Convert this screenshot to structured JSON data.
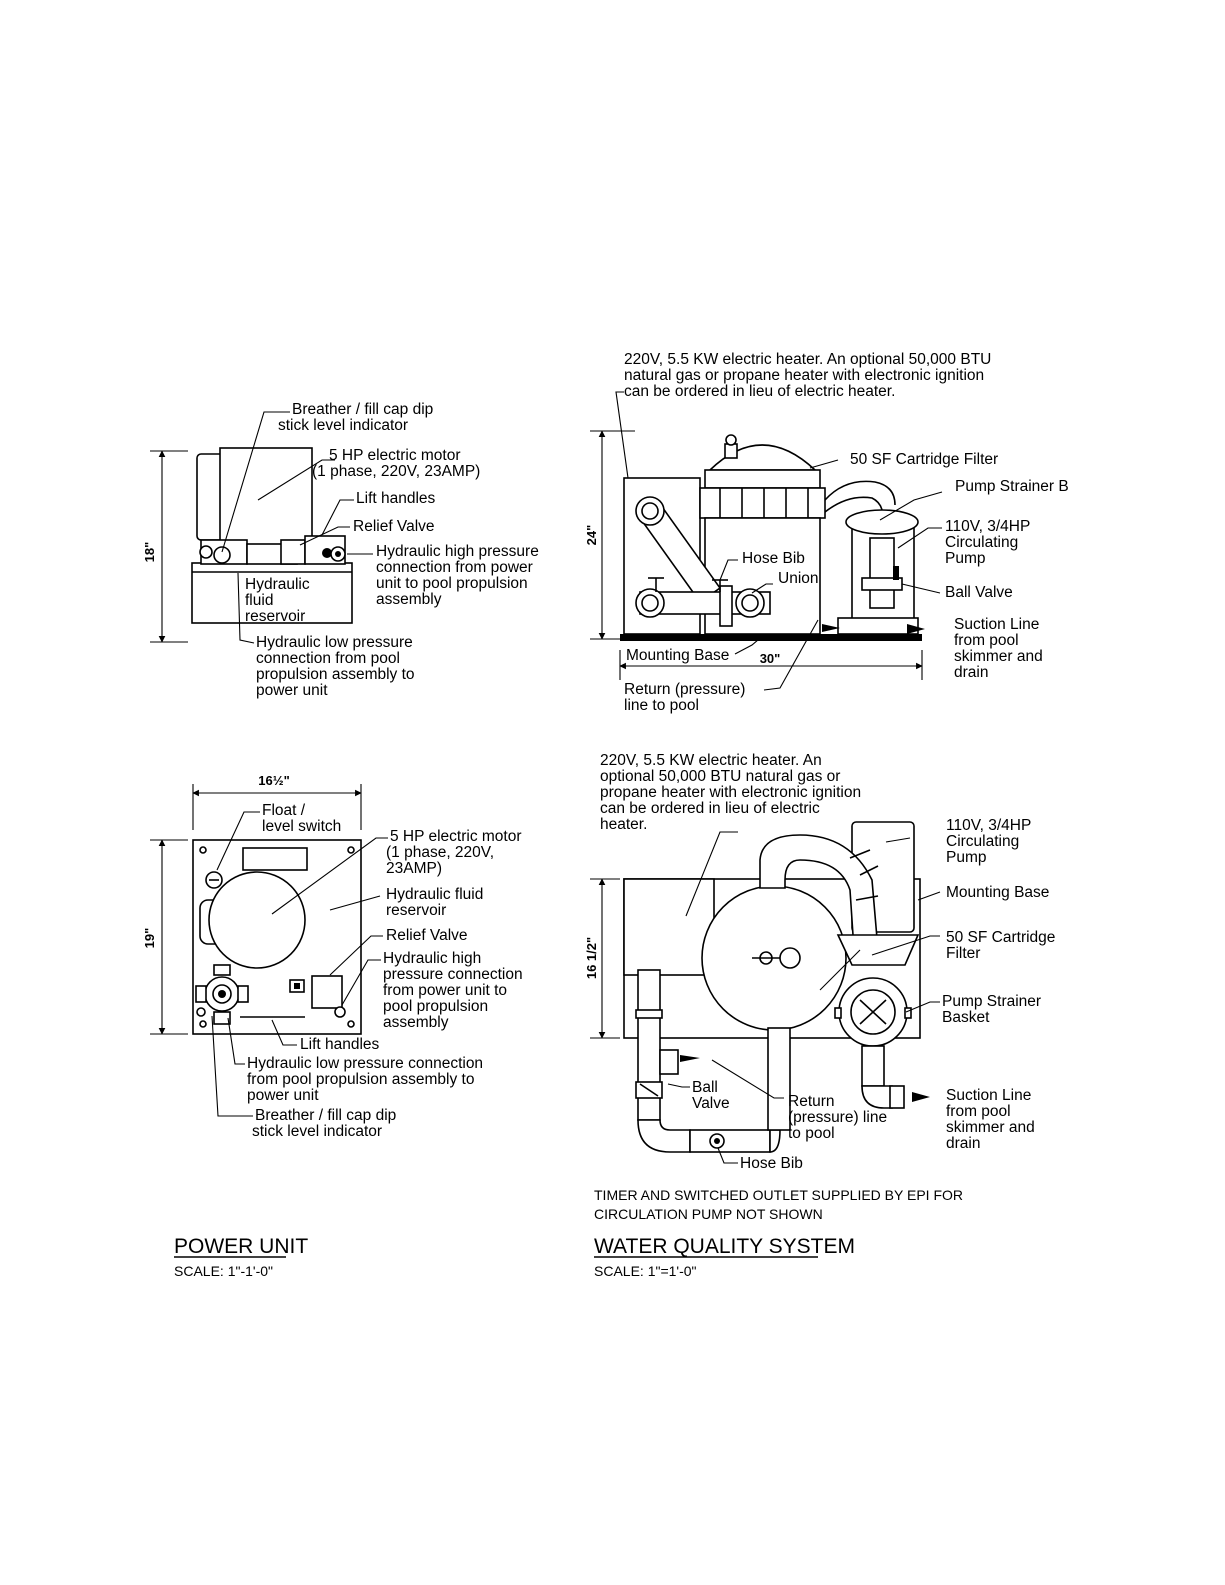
{
  "power_unit": {
    "title": "POWER UNIT",
    "scale": "SCALE: 1\"-1'-0\"",
    "elevation": {
      "dim_height": "18\"",
      "labels": {
        "breather": [
          "Breather / fill cap dip",
          "stick level indicator"
        ],
        "motor": [
          "5 HP electric motor",
          "(1 phase, 220V, 23AMP)"
        ],
        "lift": [
          "Lift handles"
        ],
        "relief": [
          "Relief Valve"
        ],
        "high_pressure": [
          "Hydraulic high pressure",
          "connection from power",
          "unit to pool propulsion",
          "assembly"
        ],
        "reservoir": [
          "Hydraulic",
          "fluid",
          "reservoir"
        ],
        "low_pressure": [
          "Hydraulic low pressure",
          "connection from pool",
          "propulsion assembly to",
          "power unit"
        ]
      }
    },
    "plan": {
      "dim_width": "16½\"",
      "dim_height": "19\"",
      "labels": {
        "float": [
          "Float /",
          "level switch"
        ],
        "motor": [
          "5 HP electric motor",
          "(1 phase, 220V,",
          "23AMP)"
        ],
        "reservoir": [
          "Hydraulic fluid",
          "reservoir"
        ],
        "relief": [
          "Relief Valve"
        ],
        "high_pressure": [
          "Hydraulic high",
          "pressure connection",
          "from power unit to",
          "pool propulsion",
          "assembly"
        ],
        "lift": [
          "Lift handles"
        ],
        "low_pressure": [
          "Hydraulic low pressure connection",
          "from pool propulsion assembly to",
          "power unit"
        ],
        "breather": [
          "Breather / fill cap dip",
          "stick level indicator"
        ]
      }
    }
  },
  "water_quality": {
    "title": "WATER QUALITY SYSTEM",
    "scale": "SCALE: 1\"=1'-0\"",
    "note": [
      "TIMER AND SWITCHED OUTLET SUPPLIED BY EPI FOR",
      "CIRCULATION PUMP NOT SHOWN"
    ],
    "elevation": {
      "dim_height": "24\"",
      "dim_width": "30\"",
      "labels": {
        "heater": [
          "220V, 5.5 KW electric heater. An optional 50,000 BTU",
          "natural gas or propane heater with electronic ignition",
          "can be ordered in lieu of electric heater."
        ],
        "filter": [
          "50 SF Cartridge Filter"
        ],
        "strainer": [
          "Pump Strainer B"
        ],
        "pump": [
          "110V, 3/4HP",
          "Circulating",
          "Pump"
        ],
        "hose_bib": [
          "Hose Bib"
        ],
        "union": [
          "Union"
        ],
        "ball_valve": [
          "Ball Valve"
        ],
        "suction": [
          "Suction Line",
          "from pool",
          "skimmer and",
          "drain"
        ],
        "base": [
          "Mounting Base"
        ],
        "return": [
          "Return (pressure)",
          "line to pool"
        ]
      }
    },
    "plan": {
      "dim_height": "16 1/2\"",
      "labels": {
        "heater": [
          "220V, 5.5 KW electric heater. An",
          "optional 50,000 BTU natural gas or",
          "propane heater with electronic ignition",
          "can be ordered in lieu of electric",
          "heater."
        ],
        "pump": [
          "110V, 3/4HP",
          "Circulating",
          "Pump"
        ],
        "base": [
          "Mounting Base"
        ],
        "filter": [
          "50 SF Cartridge",
          "Filter"
        ],
        "strainer": [
          "Pump Strainer",
          "Basket"
        ],
        "ball_valve": [
          "Ball",
          "Valve"
        ],
        "return": [
          "Return",
          "(pressure) line",
          "to pool"
        ],
        "hose_bib": [
          "Hose Bib"
        ],
        "suction": [
          "Suction Line",
          "from pool",
          "skimmer and",
          "drain"
        ]
      }
    }
  }
}
